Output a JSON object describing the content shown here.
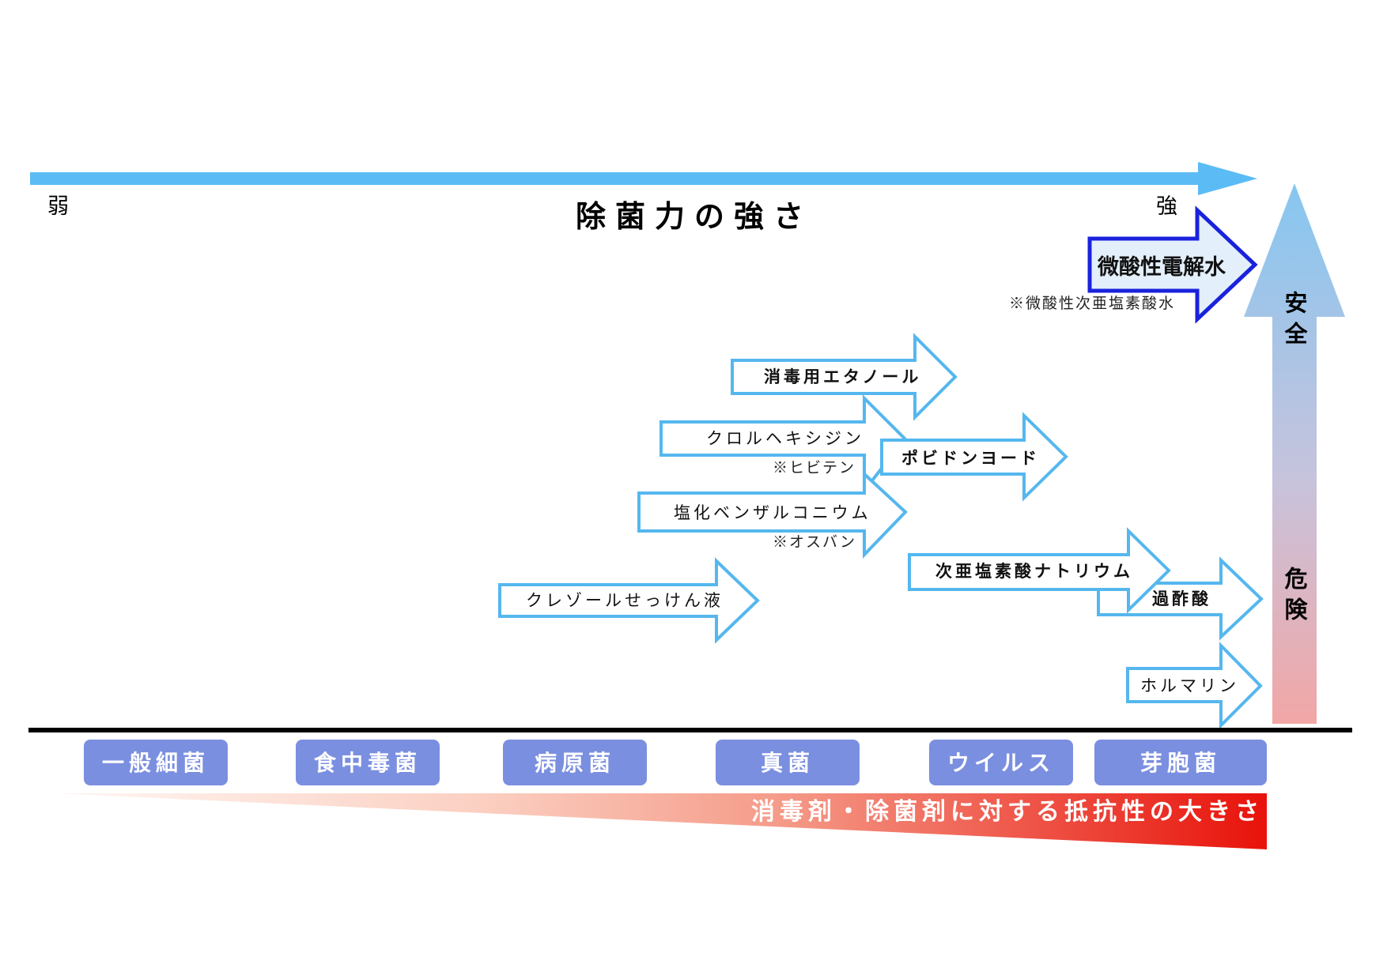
{
  "title": "除菌力の強さ",
  "scale": {
    "weak_label": "弱",
    "strong_label": "強"
  },
  "safety": {
    "safe_label": "安全",
    "danger_label": "危険"
  },
  "resistance_label": "消毒剤・除菌剤に対する抵抗性の大きさ",
  "categories": [
    "一般細菌",
    "食中毒菌",
    "病原菌",
    "真菌",
    "ウイルス",
    "芽胞菌"
  ],
  "disinfectants": {
    "electrolyzed_water": {
      "label": "微酸性電解水",
      "note": "※微酸性次亜塩素酸水"
    },
    "ethanol": {
      "label": "消毒用エタノール"
    },
    "chlorhexidine": {
      "label": "クロルヘキシジン",
      "note": "※ヒビテン"
    },
    "povidone_iodine": {
      "label": "ポビドンヨード"
    },
    "benzalkonium": {
      "label": "塩化ベンザルコニウム",
      "note": "※オスバン"
    },
    "cresol": {
      "label": "クレゾールせっけん液"
    },
    "hypochlorite": {
      "label": "次亜塩素酸ナトリウム"
    },
    "peracetic_acid": {
      "label": "過酢酸"
    },
    "formalin": {
      "label": "ホルマリン"
    }
  },
  "colors": {
    "strength_arrow": "#5bbcf5",
    "arrow_outline": "#55b7ee",
    "highlight_outline": "#1a22dd",
    "highlight_fill": "#e3effa",
    "category_box": "#7b8fe0",
    "resistance_start": "#fff4ee",
    "resistance_end": "#e8120a",
    "safety_top": "#86c6f0",
    "safety_bottom": "#f2a6a6"
  }
}
